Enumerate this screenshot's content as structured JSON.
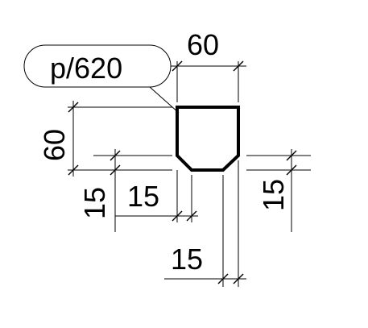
{
  "tag": "p/620",
  "dimensions": {
    "top_width": "60",
    "left_height": "60",
    "left_chamfer": "15",
    "bottom_left_chamfer": "15",
    "bottom_width": "15",
    "right_chamfer": "15"
  }
}
